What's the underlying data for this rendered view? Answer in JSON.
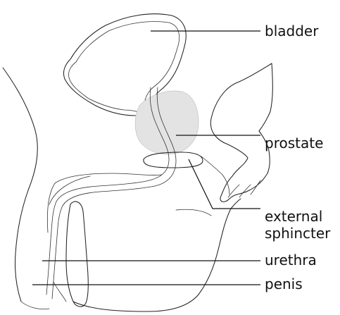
{
  "diagram": {
    "colors": {
      "outline": "#222222",
      "prostate_fill": "#e3e3e3",
      "leader_line": "#111111",
      "label_text": "#111111"
    },
    "labels": {
      "bladder": "bladder",
      "prostate": "prostate",
      "external_sphincter_line1": "external",
      "external_sphincter_line2": "sphincter",
      "urethra": "urethra",
      "penis": "penis"
    }
  }
}
